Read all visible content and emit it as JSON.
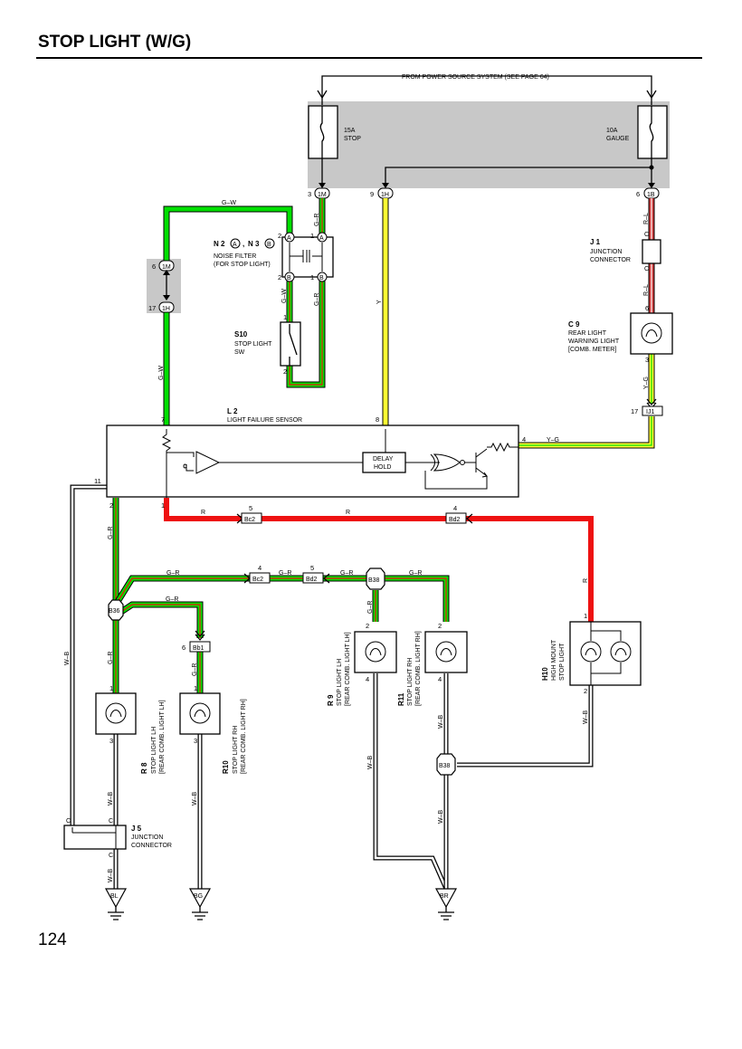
{
  "title": "STOP LIGHT (W/G)",
  "page_number": "124",
  "power_source": "FROM POWER SOURCE SYSTEM (SEE PAGE 64)",
  "fuses": {
    "stop": {
      "rating": "15A",
      "name": "STOP"
    },
    "gauge": {
      "rating": "10A",
      "name": "GAUGE"
    }
  },
  "junction_pins": {
    "p1m": {
      "num": "3",
      "code": "1M"
    },
    "p1h": {
      "num": "9",
      "code": "1H"
    },
    "p1b": {
      "num": "6",
      "code": "1B"
    },
    "jb_1m": {
      "num": "6",
      "code": "1M"
    },
    "jb_1h": {
      "num": "17",
      "code": "1H"
    }
  },
  "wire_colors": {
    "gw": "G–W",
    "gr": "G–R",
    "y": "Y",
    "rl": "R–L",
    "yg": "Y–G",
    "r": "R",
    "wb": "W–B",
    "c": "C"
  },
  "colors": {
    "green": "#00e000",
    "yellow": "#ffff33",
    "red": "#ee1111",
    "grey": "#c8c8c8",
    "white": "#ffffff",
    "pinkred": "#d23a3a",
    "wire_black": "#000000"
  },
  "noise_filter": {
    "code_a": "N 2",
    "pin_a": "A",
    "sep": ",",
    "code_b": "N 3",
    "pin_b": "B",
    "label1": "NOISE FILTER",
    "label2": "(FOR STOP LIGHT)",
    "p2a": "2",
    "p1a": "1",
    "p2b": "2",
    "p1b": "1"
  },
  "stop_sw": {
    "code": "S10",
    "name1": "STOP LIGHT",
    "name2": "SW",
    "p1": "1",
    "p2": "2"
  },
  "j1": {
    "code": "J 1",
    "name1": "JUNCTION",
    "name2": "CONNECTOR"
  },
  "c9": {
    "code": "C 9",
    "name1": "REAR LIGHT",
    "name2": "WARNING LIGHT",
    "name3": "[COMB. METER]",
    "p6": "6",
    "p3": "3"
  },
  "ij1": {
    "num": "17",
    "code": "IJ1"
  },
  "l2": {
    "code": "L 2",
    "name": "LIGHT FAILURE SENSOR",
    "p7": "7",
    "p8": "8",
    "p4": "4",
    "p11": "11",
    "p2": "2",
    "p1": "1"
  },
  "delay": {
    "l1": "DELAY",
    "l2": "HOLD"
  },
  "connectors": {
    "bc2_top": {
      "pin": "5",
      "code": "Bc2"
    },
    "bd2_top": {
      "pin": "4",
      "code": "Bd2"
    },
    "bc2_mid": {
      "pin": "4",
      "code": "Bc2"
    },
    "bd2_mid": {
      "pin": "5",
      "code": "Bd2"
    },
    "bb1": {
      "pin": "6",
      "code": "Bb1"
    }
  },
  "splices": {
    "b36": "B36",
    "b38a": "B38",
    "b38b": "B38"
  },
  "lamps": {
    "r8": {
      "code": "R 8",
      "name1": "STOP LIGHT LH",
      "name2": "[REAR COMB. LIGHT LH]",
      "p1": "1",
      "p3": "3"
    },
    "r10": {
      "code": "R10",
      "name1": "STOP LIGHT RH",
      "name2": "[REAR COMB. LIGHT RH]",
      "p1": "1",
      "p3": "3"
    },
    "r9": {
      "code": "R 9",
      "name1": "STOP LIGHT LH",
      "name2": "[REAR COMB. LIGHT LH]",
      "p2": "2",
      "p4": "4"
    },
    "r11": {
      "code": "R11",
      "name1": "STOP LIGHT RH",
      "name2": "[REAR COMB. LIGHT RH]",
      "p2": "2",
      "p4": "4"
    },
    "h10": {
      "code": "H10",
      "name1": "HIGH MOUNT",
      "name2": "STOP LIGHT",
      "p1": "1",
      "p2": "2"
    }
  },
  "j5": {
    "code": "J 5",
    "name1": "JUNCTION",
    "name2": "CONNECTOR"
  },
  "grounds": {
    "bl": "BL",
    "bg": "BG",
    "br": "BR"
  }
}
